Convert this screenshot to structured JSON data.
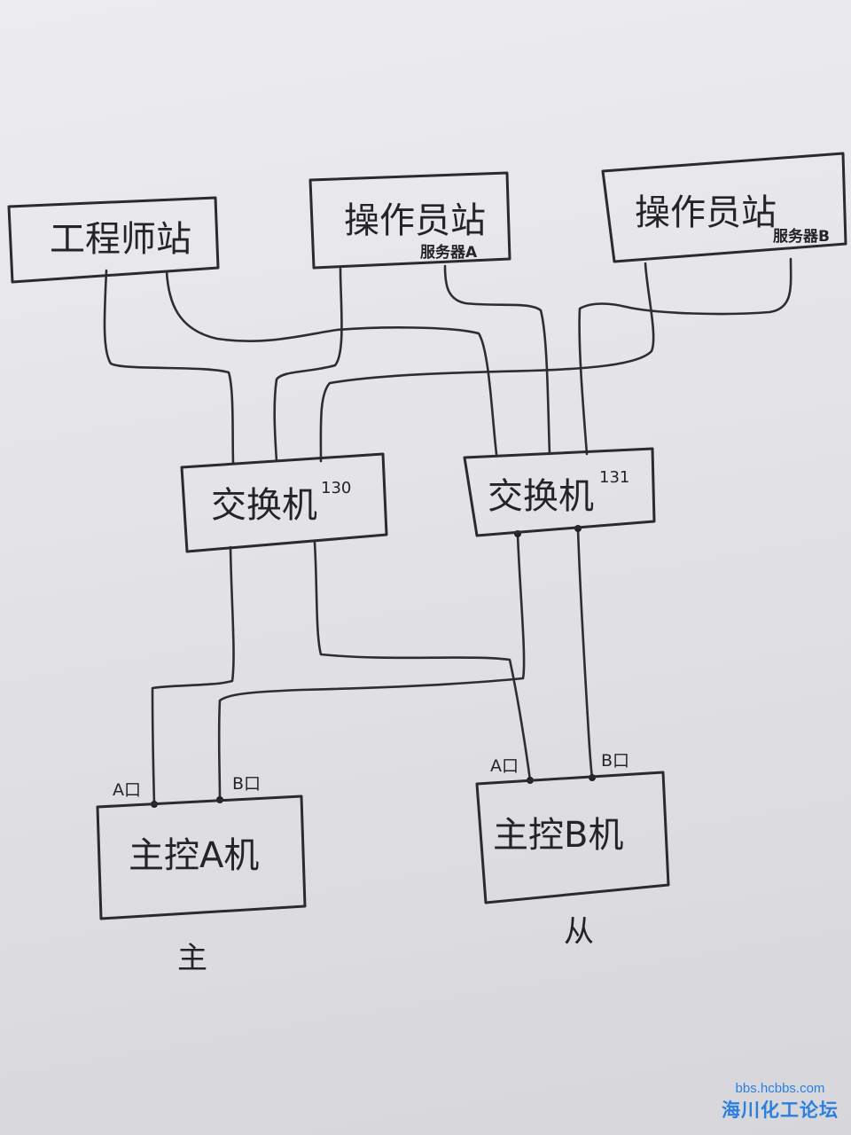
{
  "nodes": {
    "eng": {
      "label": "工程师站"
    },
    "opA": {
      "label": "操作员站",
      "sub": "服务器A"
    },
    "opB": {
      "label": "操作员站",
      "sub": "服务器B"
    },
    "sw130": {
      "label": "交换机",
      "sup": "130"
    },
    "sw131": {
      "label": "交换机",
      "sup": "131"
    },
    "ctrlA": {
      "label": "主控A机",
      "port_a": "A口",
      "port_b": "B口",
      "role": "主"
    },
    "ctrlB": {
      "label": "主控B机",
      "port_a": "A口",
      "port_b": "B口",
      "role": "从"
    }
  },
  "watermark": {
    "url": "bbs.hcbbs.com",
    "name": "海川化工论坛"
  },
  "colors": {
    "ink": "#2b2b2e",
    "watermark": "#2a7fe0",
    "paper": "#e6e6e9"
  }
}
